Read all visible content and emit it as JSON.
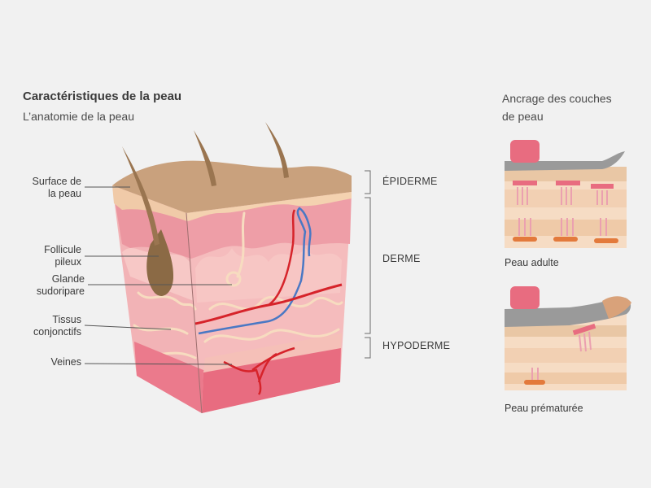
{
  "title": "Caractéristiques de la peau",
  "subtitle": "L’anatomie de la peau",
  "left_labels": {
    "surface": [
      "Surface de",
      "la peau"
    ],
    "follicule": [
      "Follicule",
      "pileux"
    ],
    "glande": [
      "Glande",
      "sudoripare"
    ],
    "tissus": [
      "Tissus",
      "conjonctifs"
    ],
    "veines": "Veines"
  },
  "layers": {
    "epiderme": "ÉPIDERME",
    "derme": "DERME",
    "hypoderme": "HYPODERME"
  },
  "anchorage": {
    "title_line1": "Ancrage des couches",
    "title_line2": "de peau",
    "adult_caption": "Peau adulte",
    "premature_caption": "Peau prématurée"
  },
  "colors": {
    "background": "#f1f1f1",
    "epidermis_tan": "#c8a27c",
    "skin_pink": "#f2a7ad",
    "deep_pink": "#e86c80",
    "vein_red": "#d6232a",
    "vein_blue": "#4a78c4",
    "hair_brown": "#8b6a45"
  }
}
